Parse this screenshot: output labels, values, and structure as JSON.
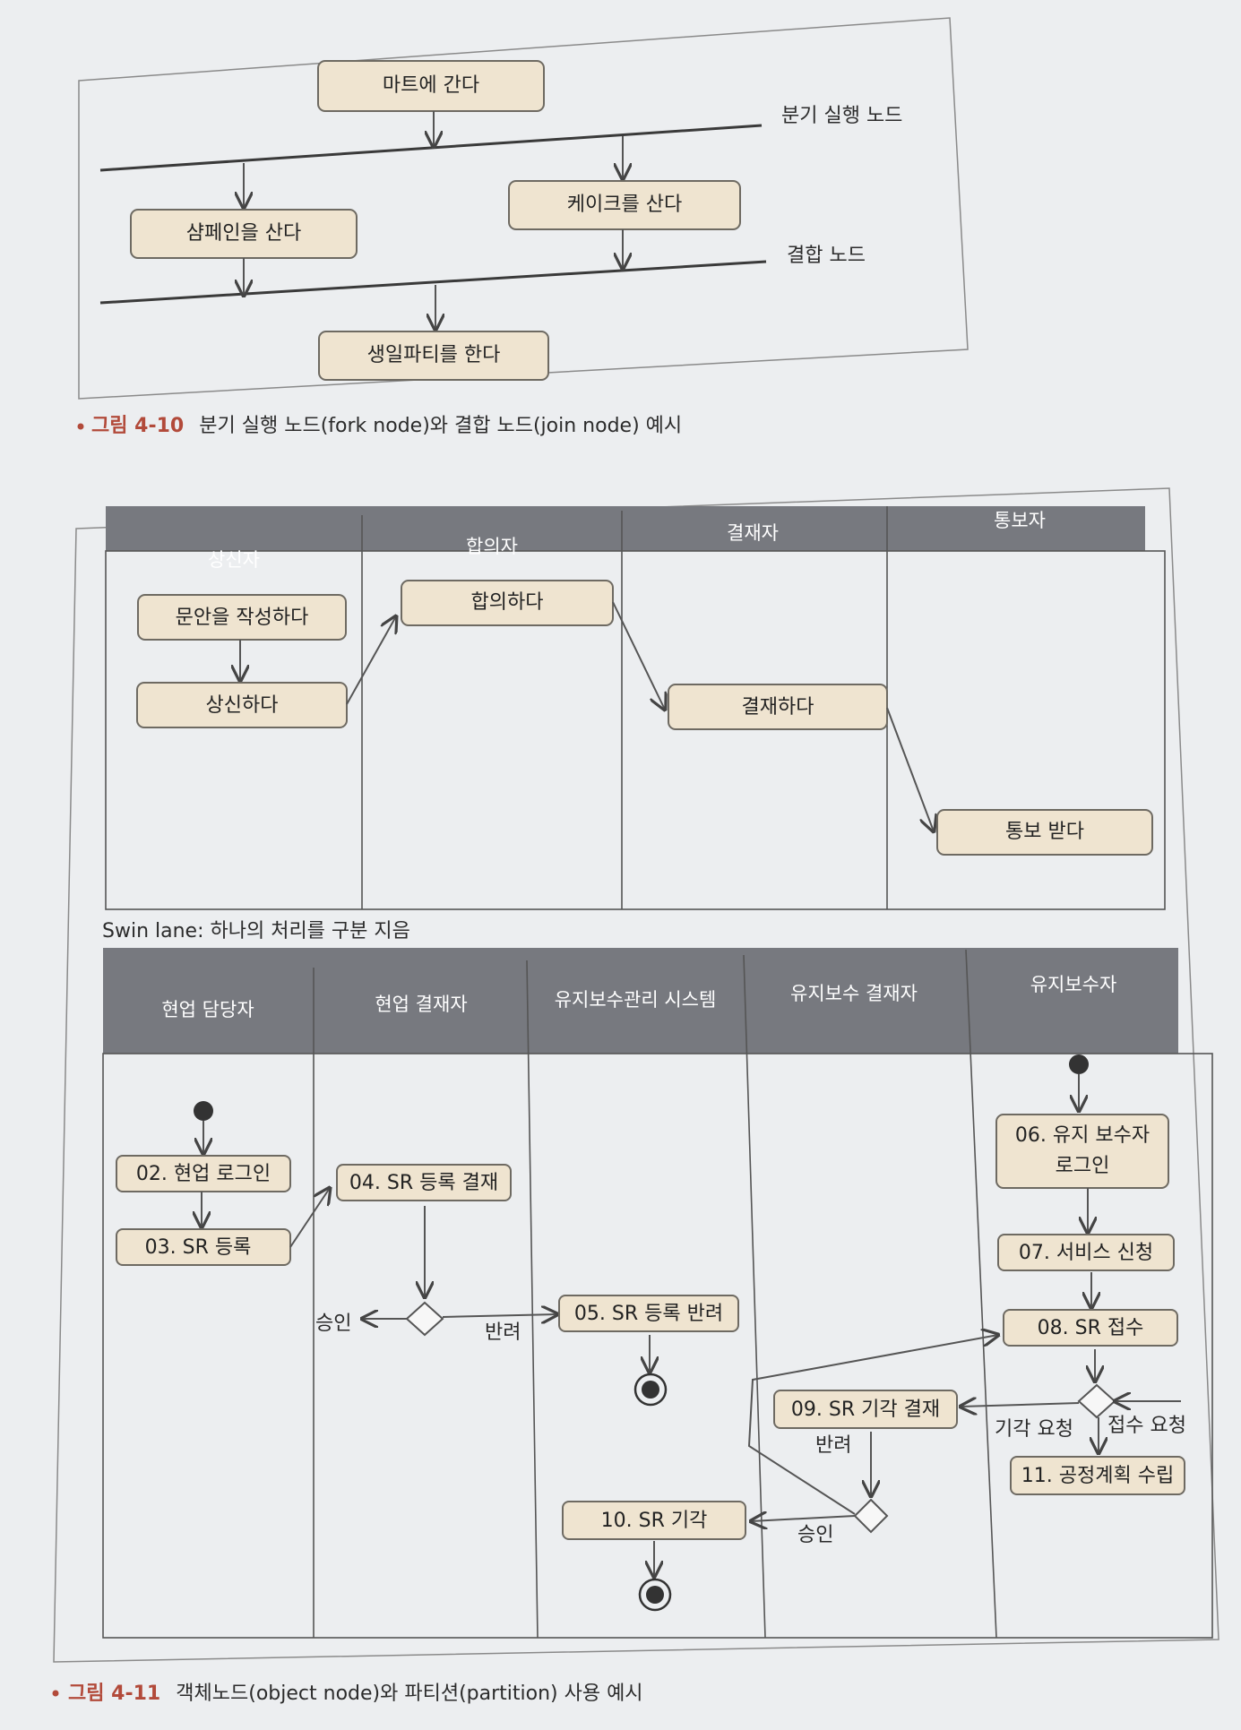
{
  "figure1": {
    "nodes": {
      "mart": "마트에 간다",
      "champagne": "샴페인을 산다",
      "cake": "케이크를 산다",
      "party": "생일파티를 한다"
    },
    "fork_label": "분기 실행 노드",
    "join_label": "결합 노드",
    "caption_num": "그림 4-10",
    "caption_text": "분기 실행 노드(fork node)와 결합 노드(join node) 예시"
  },
  "figure2a": {
    "lanes": [
      "상신자",
      "합의자",
      "결재자",
      "통보자"
    ],
    "nodes": {
      "draft": "문안을 작성하다",
      "submit": "상신하다",
      "agree": "합의하다",
      "approve": "결재하다",
      "notify": "통보 받다"
    },
    "note": "Swin lane: 하나의 처리를 구분 지음"
  },
  "figure2b": {
    "lanes": [
      "현업 담당자",
      "현업 결재자",
      "유지보수관리 시스템",
      "유지보수 결재자",
      "유지보수자"
    ],
    "nodes": {
      "n02": "02. 현업 로그인",
      "n03": "03. SR 등록",
      "n04": "04. SR 등록 결재",
      "n05": "05. SR 등록 반려",
      "n06a": "06. 유지 보수자",
      "n06b": "로그인",
      "n07": "07. 서비스 신청",
      "n08": "08. SR 접수",
      "n09": "09. SR 기각 결재",
      "n10": "10. SR 기각",
      "n11": "11. 공정계획 수립"
    },
    "labels": {
      "approve1": "승인",
      "reject1": "반려",
      "reject_req": "기각 요청",
      "accept_req": "접수 요청",
      "reject2": "반려",
      "approve2": "승인"
    },
    "caption_num": "그림 4-11",
    "caption_text": "객체노드(object node)와 파티션(partition) 사용 예시"
  }
}
